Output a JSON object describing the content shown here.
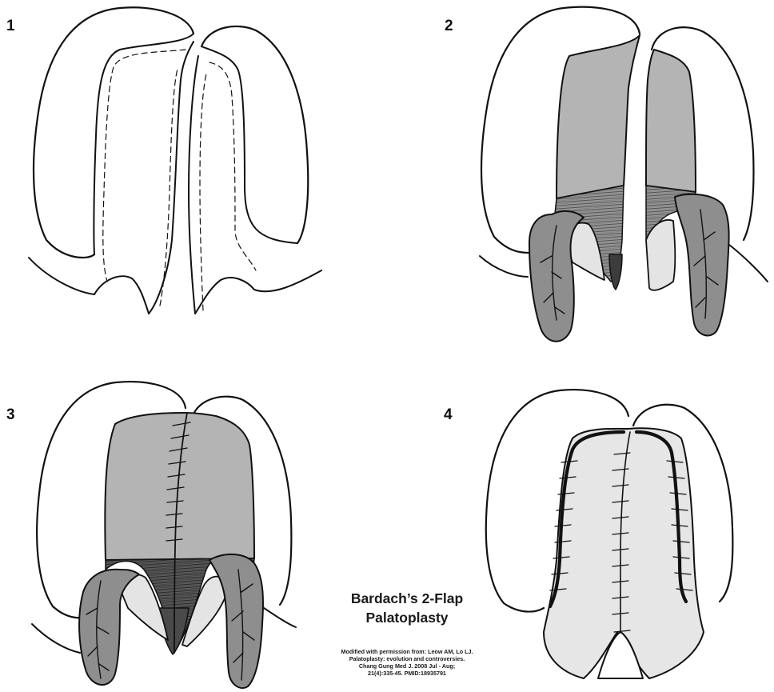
{
  "panels": [
    {
      "number": "1"
    },
    {
      "number": "2"
    },
    {
      "number": "3"
    },
    {
      "number": "4"
    }
  ],
  "title": {
    "line1": "Bardach’s 2-Flap",
    "line2": "Palatoplasty"
  },
  "citation": {
    "line1": "Modified with permission from: Leow AM, Lo LJ.",
    "line2": "Palatoplasty: evolution and controversies.",
    "line3": "Chang Gung Med J. 2008 Jul - Aug;",
    "line4": "21(4):335-45. PMID:18935791"
  },
  "colors": {
    "outline": "#111111",
    "flap_light": "#b4b4b4",
    "flap_dark": "#8e8e8e",
    "nasal_layer": "#6f6f6f",
    "mucosa_pale": "#e4e4e4",
    "repaired_palate": "#e6e6e6"
  }
}
